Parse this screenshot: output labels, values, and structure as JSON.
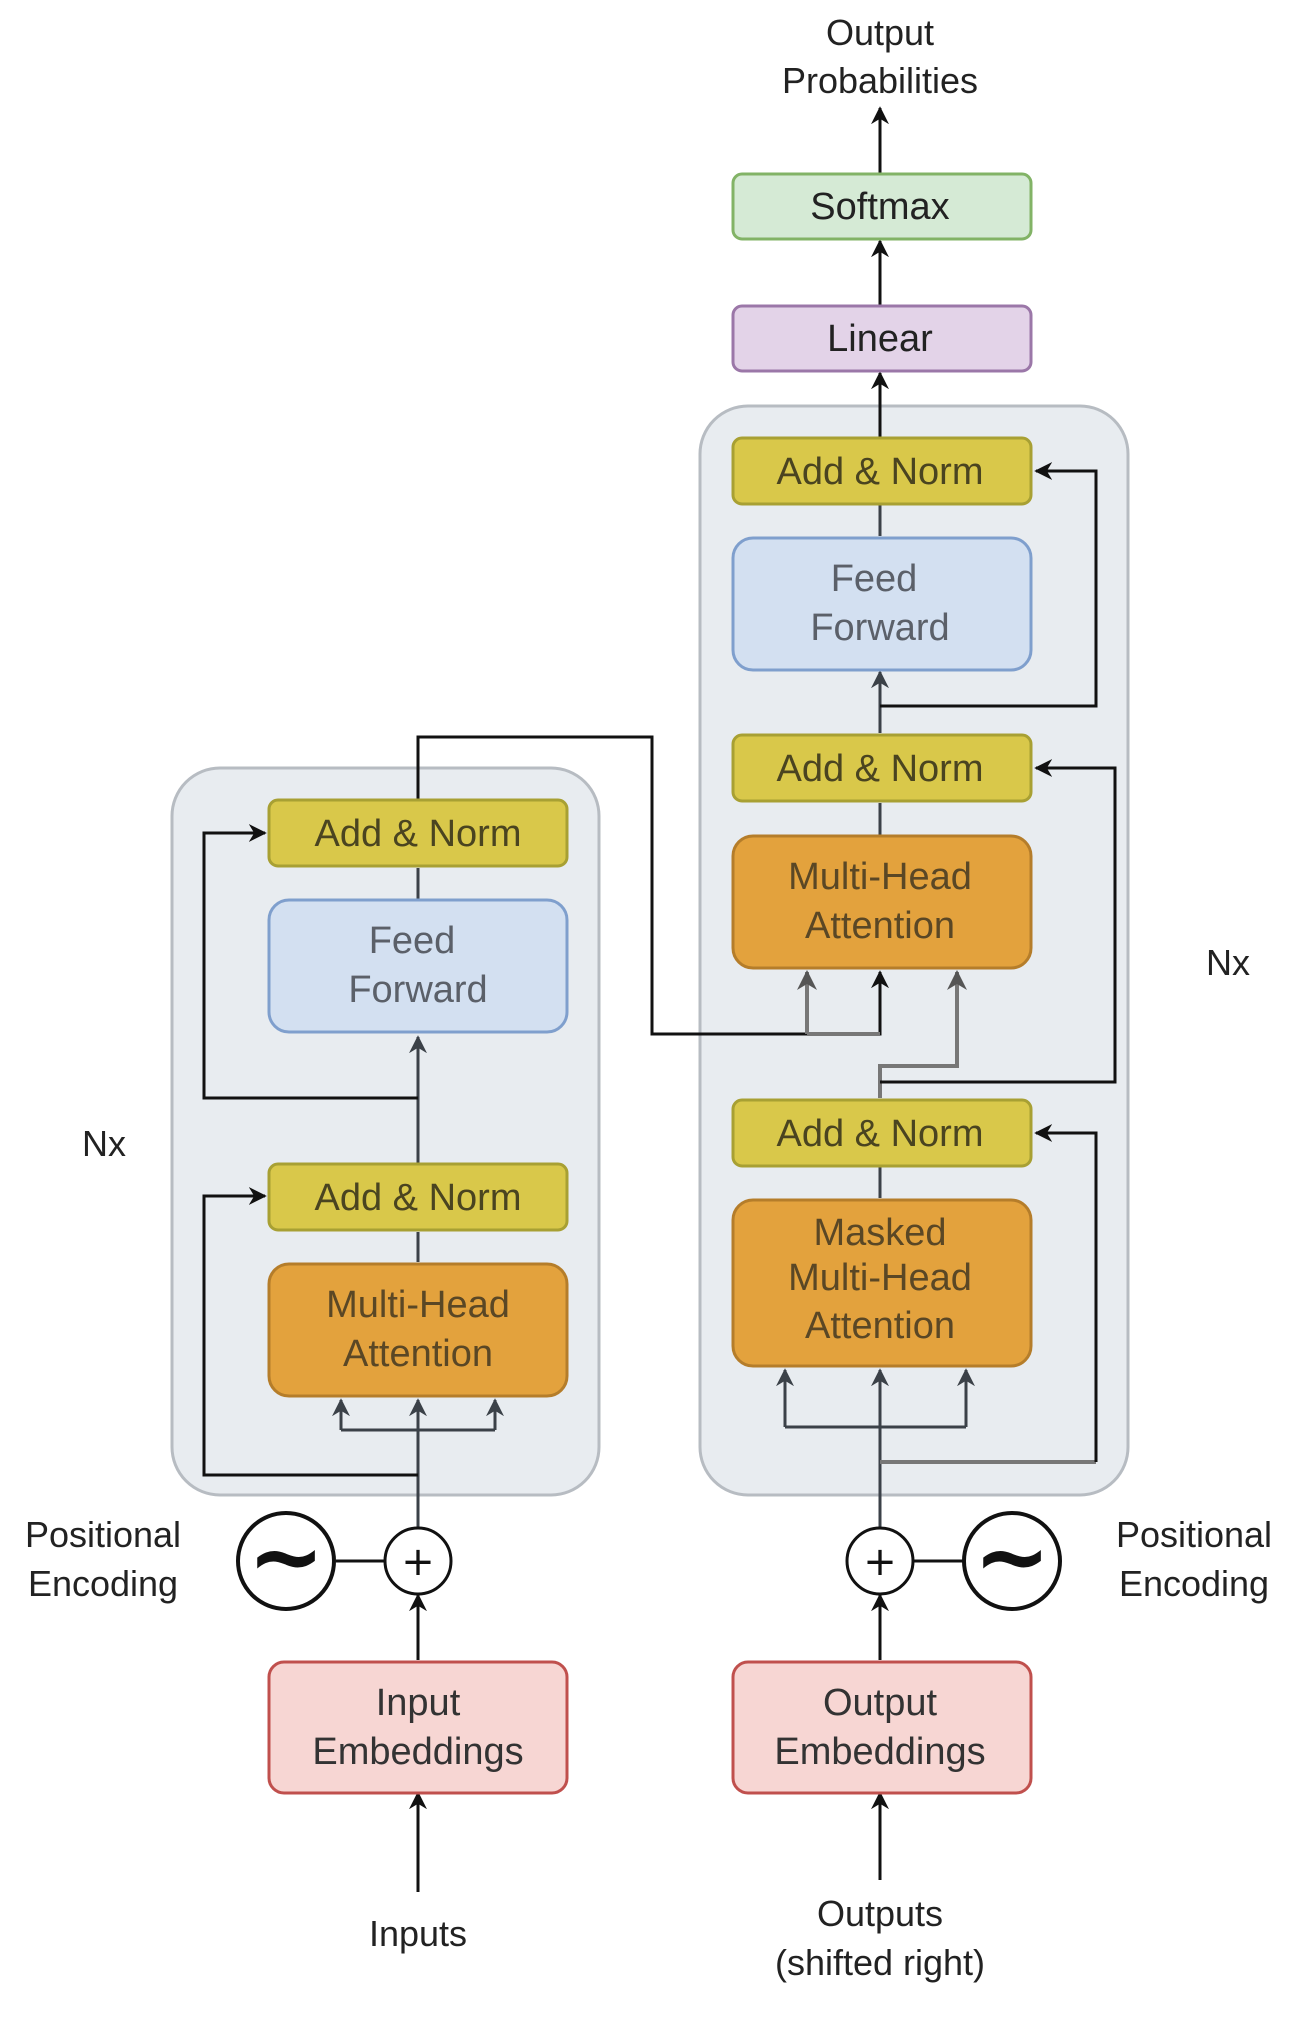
{
  "encoder": {
    "add_norm_top": "Add & Norm",
    "feed_forward": [
      "Feed",
      "Forward"
    ],
    "add_norm_bottom": "Add & Norm",
    "attention": [
      "Multi-Head",
      "Attention"
    ],
    "nx": "Nx",
    "positional_encoding": [
      "Positional",
      "Encoding"
    ],
    "input_embeddings": [
      "Input",
      "Embeddings"
    ],
    "input_label": "Inputs"
  },
  "decoder": {
    "add_norm_top": "Add & Norm",
    "feed_forward": [
      "Feed",
      "Forward"
    ],
    "add_norm_middle": "Add & Norm",
    "cross_attention": [
      "Multi-Head",
      "Attention"
    ],
    "add_norm_bottom": "Add & Norm",
    "masked_attention": [
      "Masked",
      "Multi-Head",
      "Attention"
    ],
    "nx": "Nx",
    "positional_encoding": [
      "Positional",
      "Encoding"
    ],
    "output_embeddings": [
      "Output",
      "Embeddings"
    ],
    "output_label": [
      "Outputs",
      "(shifted right)"
    ]
  },
  "head": {
    "linear": "Linear",
    "softmax": "Softmax",
    "output_probabilities": [
      "Output",
      "Probabilities"
    ]
  },
  "symbols": {
    "adder": "+",
    "sine": "~"
  },
  "colors": {
    "block_bg": "#e8ecf0",
    "block_border": "#b7bcc2",
    "add_norm_fill": "#d9c84a",
    "add_norm_border": "#a8a033",
    "feed_forward_fill": "#d3e0f1",
    "feed_forward_border": "#7f9fcd",
    "attention_fill": "#e3a23d",
    "attention_border": "#b57d2a",
    "embedding_fill": "#f7d6d3",
    "embedding_border": "#c0504d",
    "linear_fill": "#e3d3e8",
    "linear_border": "#9b77a8",
    "softmax_fill": "#d5ead5",
    "softmax_border": "#82b366"
  }
}
